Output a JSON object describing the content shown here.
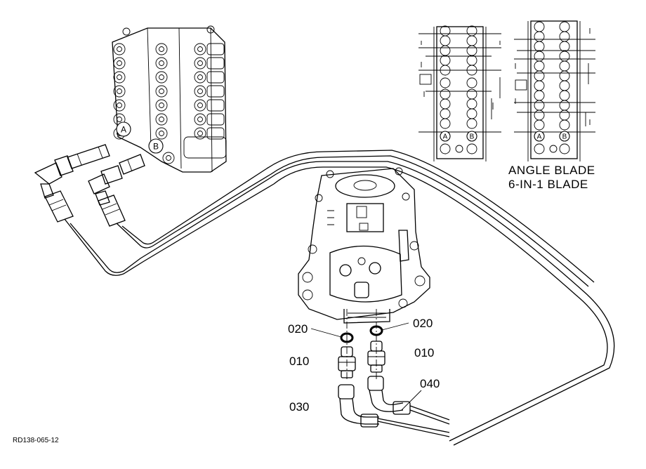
{
  "callouts": {
    "c020_left": "020",
    "c020_right": "020",
    "c010_left": "010",
    "c010_right": "010",
    "c030": "030",
    "c040": "040"
  },
  "ports": {
    "a": "A",
    "b": "B"
  },
  "inset": {
    "port_a": "A",
    "port_b": "B",
    "caption_1": "ANGLE BLADE",
    "caption_2": "6-IN-1 BLADE"
  },
  "drawing_id": "RD138-065-12"
}
